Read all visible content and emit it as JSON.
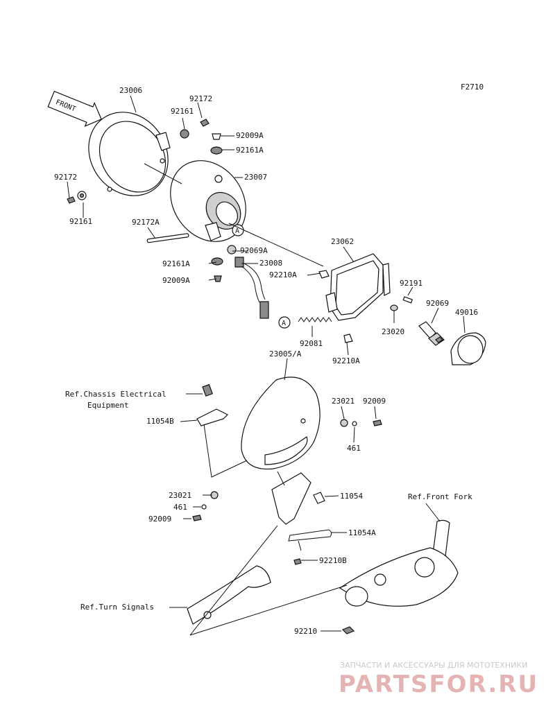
{
  "diagram": {
    "figure_code": "F2710",
    "front_arrow": "FRONT",
    "callouts": [
      {
        "id": "c23006",
        "label": "23006"
      },
      {
        "id": "c92172a",
        "label": "92172"
      },
      {
        "id": "c92161a",
        "label": "92161"
      },
      {
        "id": "c92009A_1",
        "label": "92009A"
      },
      {
        "id": "c92161A_1",
        "label": "92161A"
      },
      {
        "id": "c23007",
        "label": "23007"
      },
      {
        "id": "c92172b",
        "label": "92172"
      },
      {
        "id": "c92161b",
        "label": "92161"
      },
      {
        "id": "c92172A",
        "label": "92172A"
      },
      {
        "id": "c92069A",
        "label": "92069A"
      },
      {
        "id": "c92161A_2",
        "label": "92161A"
      },
      {
        "id": "c23008",
        "label": "23008"
      },
      {
        "id": "c92009A_2",
        "label": "92009A"
      },
      {
        "id": "c23062",
        "label": "23062"
      },
      {
        "id": "c92210A_1",
        "label": "92210A"
      },
      {
        "id": "c92191",
        "label": "92191"
      },
      {
        "id": "c92069",
        "label": "92069"
      },
      {
        "id": "c49016",
        "label": "49016"
      },
      {
        "id": "c23020",
        "label": "23020"
      },
      {
        "id": "c92081",
        "label": "92081"
      },
      {
        "id": "c92210A_2",
        "label": "92210A"
      },
      {
        "id": "c23005A",
        "label": "23005/A"
      },
      {
        "id": "cRefChassis1",
        "label": "Ref.Chassis Electrical"
      },
      {
        "id": "cRefChassis2",
        "label": "Equipment"
      },
      {
        "id": "c11054B",
        "label": "11054B"
      },
      {
        "id": "c23021a",
        "label": "23021"
      },
      {
        "id": "c92009a",
        "label": "92009"
      },
      {
        "id": "c461a",
        "label": "461"
      },
      {
        "id": "c23021b",
        "label": "23021"
      },
      {
        "id": "c461b",
        "label": "461"
      },
      {
        "id": "c92009b",
        "label": "92009"
      },
      {
        "id": "c11054",
        "label": "11054"
      },
      {
        "id": "cRefFork",
        "label": "Ref.Front Fork"
      },
      {
        "id": "c11054A",
        "label": "11054A"
      },
      {
        "id": "c92210B",
        "label": "92210B"
      },
      {
        "id": "cRefTurn",
        "label": "Ref.Turn Signals"
      },
      {
        "id": "c92210",
        "label": "92210"
      }
    ],
    "ref_markers": [
      "A",
      "A"
    ]
  },
  "watermark": {
    "subtitle": "ЗАПЧАСТИ И АКСЕССУАРЫ ДЛЯ МОТОТЕХНИКИ",
    "brand": "PARTSFOR.RU"
  },
  "colors": {
    "line": "#111111",
    "watermark_brand": "#e4b4b4",
    "watermark_subtitle": "#c9c9c9"
  }
}
